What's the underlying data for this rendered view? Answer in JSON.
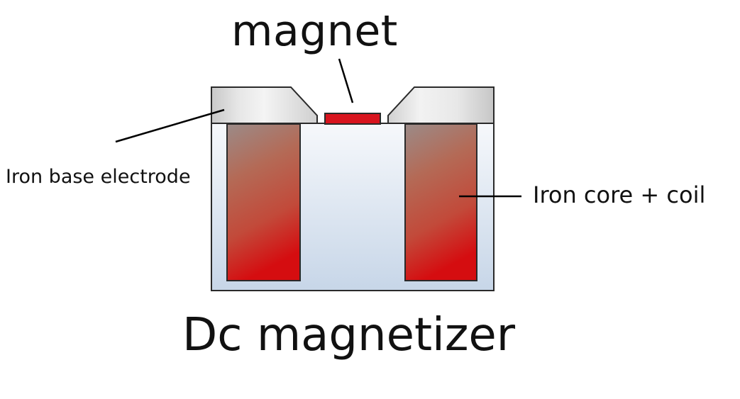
{
  "labels": {
    "magnet": "magnet",
    "iron_base_electrode": "Iron base electrode",
    "iron_core_coil": "Iron core + coil",
    "title": "Dc magnetizer"
  },
  "colors": {
    "magnet": "#d8141e",
    "coil_top": "#9a8a86",
    "coil_bottom": "#d40f12",
    "electrode_light": "#f2f2f2",
    "electrode_dark": "#bdbdbd",
    "housing_top": "#f4f7fb",
    "housing_bottom": "#c9d8ea",
    "outline": "#2a2a2a",
    "leader_line": "#000000"
  }
}
